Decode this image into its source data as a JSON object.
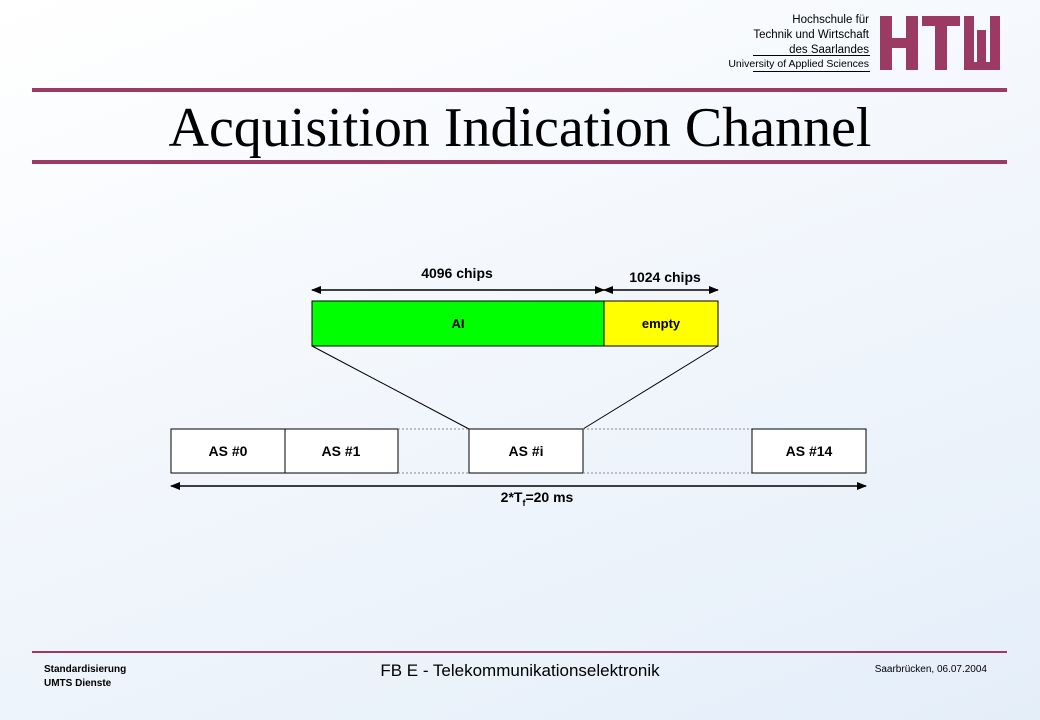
{
  "header": {
    "logo_lines": [
      "Hochschule für",
      "Technik und Wirtschaft",
      "des Saarlandes",
      "University of Applied Sciences"
    ],
    "logo_mark": "HTW",
    "title": "Acquisition Indication Channel"
  },
  "diagram": {
    "label_4096": "4096 chips",
    "label_1024": "1024 chips",
    "ai_label": "AI",
    "empty_label": "empty",
    "slots": [
      "AS #0",
      "AS #1",
      "AS #i",
      "AS #14"
    ],
    "duration_prefix": "2*T",
    "duration_sub": "f",
    "duration_suffix": "=20 ms",
    "colors": {
      "ai": "#00ff00",
      "empty": "#ffff00",
      "accent": "#9b3a63"
    }
  },
  "footer": {
    "left_line1": "Standardisierung",
    "left_line2": "UMTS Dienste",
    "center": "FB E - Telekommunikationselektronik",
    "right": "Saarbrücken, 06.07.2004"
  }
}
